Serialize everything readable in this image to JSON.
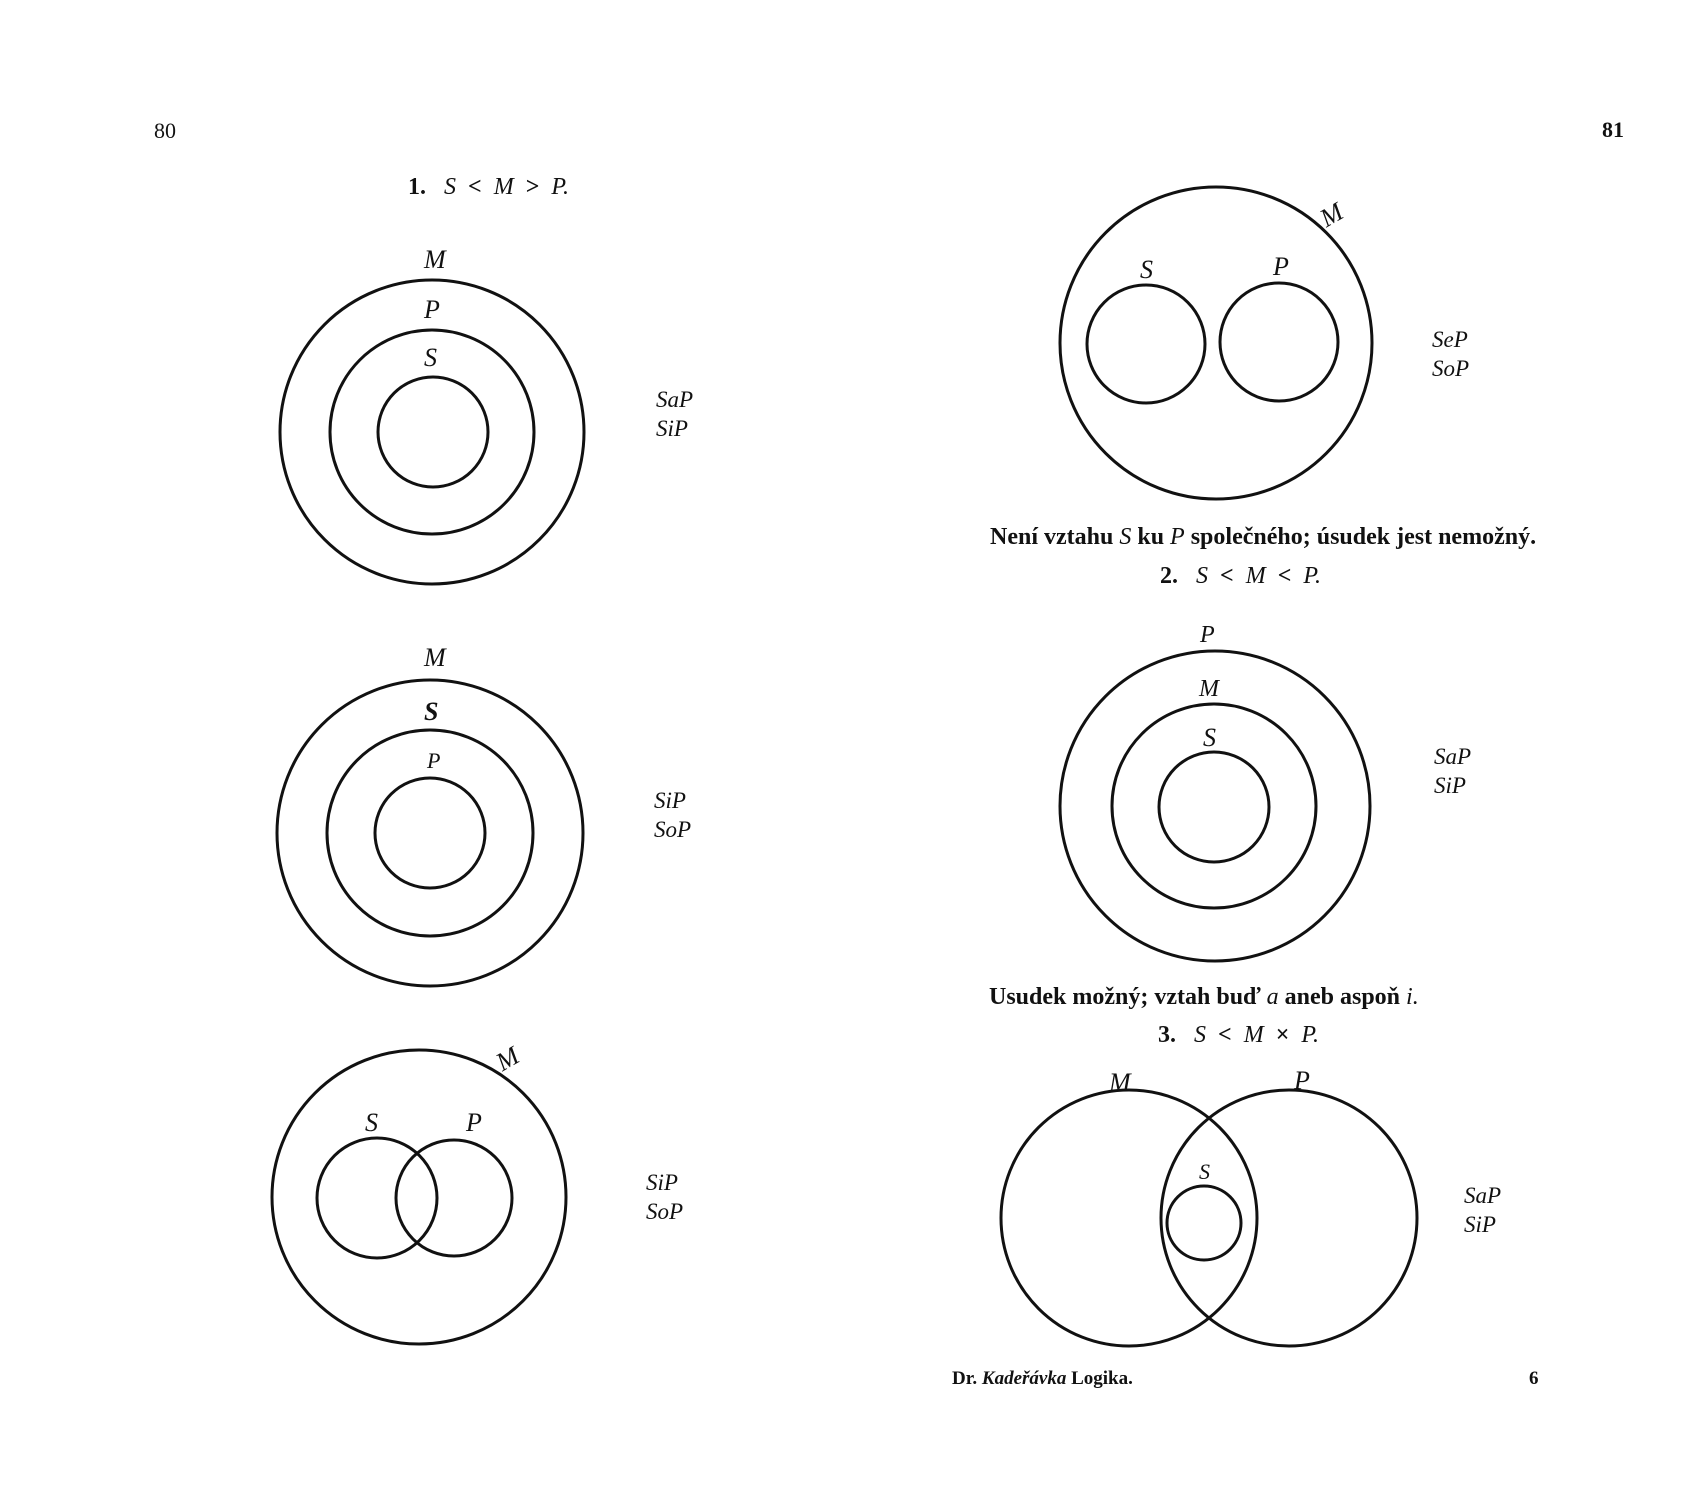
{
  "left_page": {
    "page_number": "80",
    "heading": {
      "num": "1.",
      "s": "S",
      "rel1": "<",
      "m": "M",
      "rel2": ">",
      "p": "P."
    },
    "figures": [
      {
        "labels": {
          "outer": "M",
          "middle": "P",
          "inner": "S"
        },
        "propositions": [
          "SaP",
          "SiP"
        ]
      },
      {
        "labels": {
          "outer": "M",
          "middle": "S",
          "inner": "P"
        },
        "propositions": [
          "SiP",
          "SoP"
        ]
      },
      {
        "labels": {
          "outer": "M",
          "left": "S",
          "right": "P"
        },
        "propositions": [
          "SiP",
          "SoP"
        ]
      }
    ]
  },
  "right_page": {
    "page_number": "81",
    "figures": [
      {
        "labels": {
          "outer": "M",
          "left": "S",
          "right": "P"
        },
        "propositions": [
          "SeP",
          "SoP"
        ]
      },
      {
        "labels": {
          "outer": "P",
          "middle": "M",
          "inner": "S"
        },
        "propositions": [
          "SaP",
          "SiP"
        ]
      },
      {
        "labels": {
          "left": "M",
          "right": "P",
          "inner": "S"
        },
        "propositions": [
          "SaP",
          "SiP"
        ]
      }
    ],
    "caption1": {
      "part1": "Není vztahu",
      "s": "S",
      "part2": "ku",
      "p": "P",
      "part3": "společného; úsudek jest nemožný."
    },
    "heading2": {
      "num": "2.",
      "s": "S",
      "rel1": "<",
      "m": "M",
      "rel2": "<",
      "p": "P."
    },
    "caption2": {
      "part1": "Usudek možný; vztah buď",
      "a": "a",
      "part2": "aneb aspoň",
      "i": "i."
    },
    "heading3": {
      "num": "3.",
      "s": "S",
      "rel1": "<",
      "m": "M",
      "rel2": "×",
      "p": "P."
    },
    "footer": {
      "prefix": "Dr.",
      "author": "Kadeřávka",
      "title": "Logika.",
      "sheet": "6"
    }
  }
}
